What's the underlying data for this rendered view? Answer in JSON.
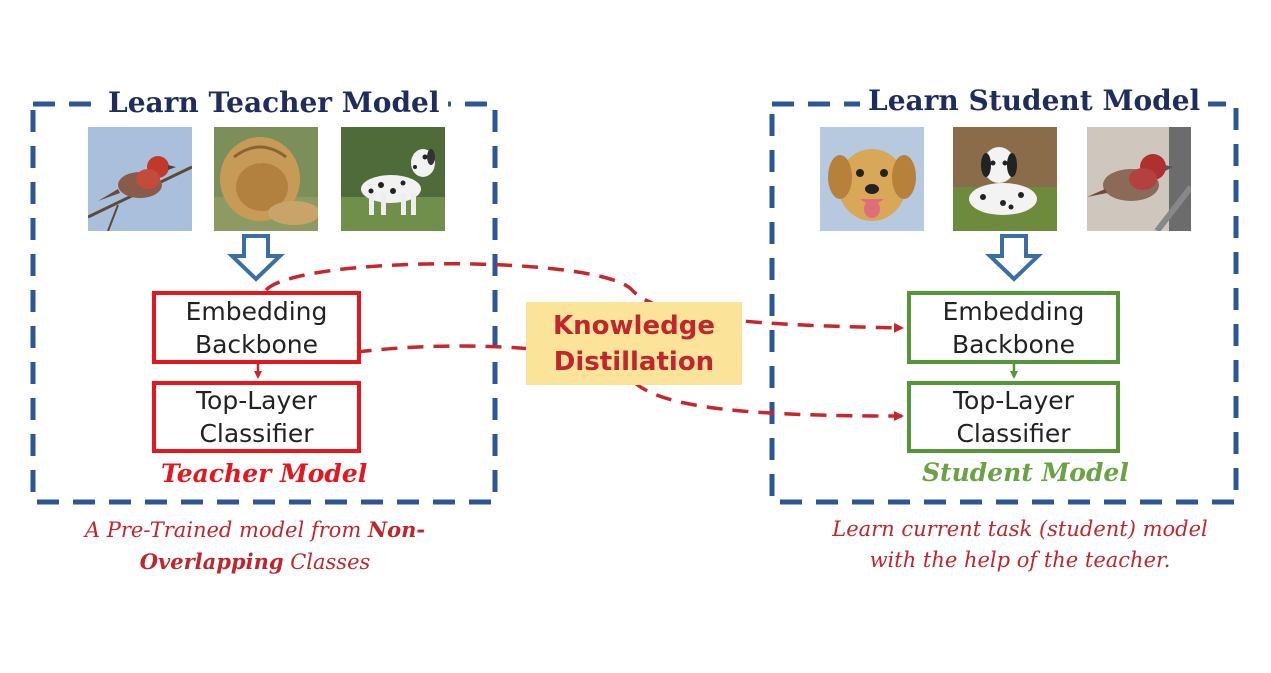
{
  "teacher_panel": {
    "title": "Learn Teacher Model",
    "images": [
      "bird-photo",
      "lion-photo",
      "dalmatian-photo"
    ],
    "backbone": {
      "line1": "Embedding",
      "line2": "Backbone"
    },
    "classifier": {
      "line1": "Top-Layer",
      "line2": "Classifier"
    },
    "model_label": "Teacher Model",
    "caption": {
      "part1": "A Pre-Trained model from ",
      "bold1": "Non-",
      "bold2": "Overlapping",
      "part2": " Classes"
    }
  },
  "student_panel": {
    "title": "Learn Student Model",
    "images": [
      "golden-retriever-photo",
      "dalmatian-lying-photo",
      "finch-photo"
    ],
    "backbone": {
      "line1": "Embedding",
      "line2": "Backbone"
    },
    "classifier": {
      "line1": "Top-Layer",
      "line2": "Classifier"
    },
    "model_label": "Student Model",
    "caption": {
      "line1": "Learn current task (student) model",
      "line2": "with the help of the teacher."
    }
  },
  "distillation": {
    "line1": "Knowledge",
    "line2": "Distillation"
  },
  "colors": {
    "panel_border": "#2e5596",
    "teacher": "#e4161e",
    "student": "#56953a",
    "student_label": "#6aa244",
    "arrow": "#c8262d",
    "distill_bg": "#fbe39a",
    "caption": "#c0262d",
    "title": "#1f2d5c"
  }
}
